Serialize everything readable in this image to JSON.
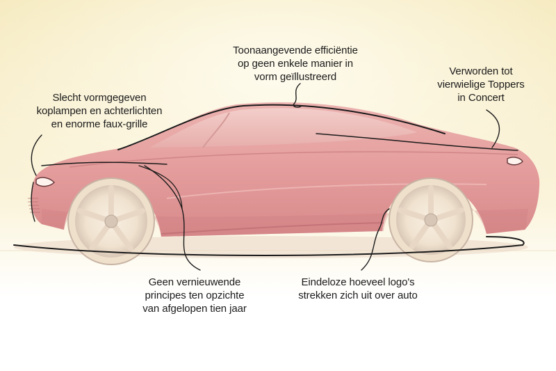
{
  "annotations": {
    "grille": [
      "Slecht vormgegeven",
      "koplampen en achterlichten",
      "en enorme faux-grille"
    ],
    "efficiency": [
      "Toonaangevende efficiëntie",
      "op geen enkele manier in",
      "vorm geïllustreerd"
    ],
    "toppers": [
      "Verworden tot",
      "vierwielige Toppers",
      "in Concert"
    ],
    "principles": [
      "Geen vernieuwende",
      "principes ten opzichte",
      "van afgelopen tien jaar"
    ],
    "logos": [
      "Eindeloze hoeveel logo's",
      "strekken zich uit over auto"
    ]
  },
  "colors": {
    "background_top": "#f6ecc4",
    "background_bottom": "#ffffff",
    "car_body": "#e7a6a6",
    "car_shadow": "#c97a7a",
    "ink": "#1a1a1a"
  }
}
